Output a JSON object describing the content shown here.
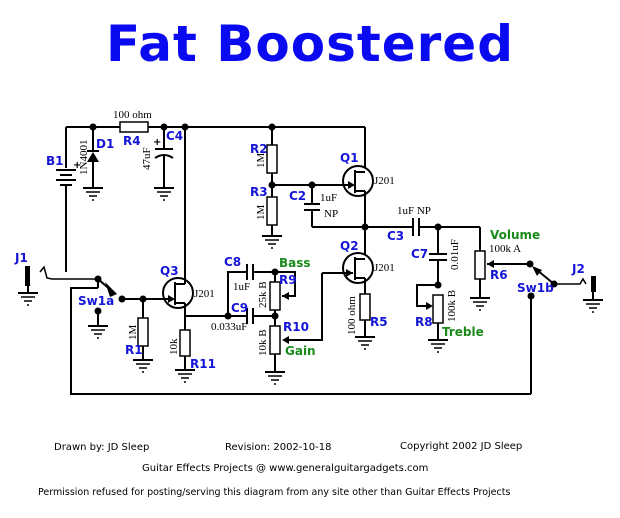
{
  "title": "Fat Boostered",
  "components": {
    "B1": {
      "ref": "B1"
    },
    "D1": {
      "ref": "D1",
      "value": "1N4001"
    },
    "R4": {
      "ref": "R4",
      "value": "100 ohm"
    },
    "C4": {
      "ref": "C4",
      "value": "47uF"
    },
    "R2": {
      "ref": "R2",
      "value": "1M"
    },
    "R3": {
      "ref": "R3",
      "value": "1M"
    },
    "C2": {
      "ref": "C2",
      "value": "1uF",
      "value2": "NP"
    },
    "Q1": {
      "ref": "Q1",
      "value": "J201"
    },
    "Q2": {
      "ref": "Q2",
      "value": "J201"
    },
    "Q3": {
      "ref": "Q3",
      "value": "J201"
    },
    "C3": {
      "ref": "C3",
      "value": "1uF NP"
    },
    "C7": {
      "ref": "C7",
      "value": "0.01uF"
    },
    "R6": {
      "ref": "R6",
      "value": "100k A",
      "function": "Volume"
    },
    "R8": {
      "ref": "R8",
      "value": "100k B",
      "function": "Treble"
    },
    "R5": {
      "ref": "R5",
      "value": "100 ohm"
    },
    "C8": {
      "ref": "C8",
      "value": "1uF"
    },
    "C9": {
      "ref": "C9",
      "value": "0.033uF"
    },
    "R9": {
      "ref": "R9",
      "value": "25k B",
      "function": "Bass"
    },
    "R10": {
      "ref": "R10",
      "value": "10k B",
      "function": "Gain"
    },
    "R1": {
      "ref": "R1",
      "value": "1M"
    },
    "R11": {
      "ref": "R11",
      "value": "10k"
    },
    "J1": {
      "ref": "J1"
    },
    "J2": {
      "ref": "J2"
    },
    "Sw1a": {
      "ref": "Sw1a"
    },
    "Sw1b": {
      "ref": "Sw1b"
    }
  },
  "footer": {
    "drawn_by": "Drawn by: JD Sleep",
    "revision": "Revision:  2002-10-18",
    "copyright": "Copyright 2002 JD Sleep",
    "website": "Guitar Effects Projects @ www.generalguitargadgets.com",
    "permission": "Permission refused for posting/serving this diagram from any site other than Guitar Effects Projects"
  }
}
